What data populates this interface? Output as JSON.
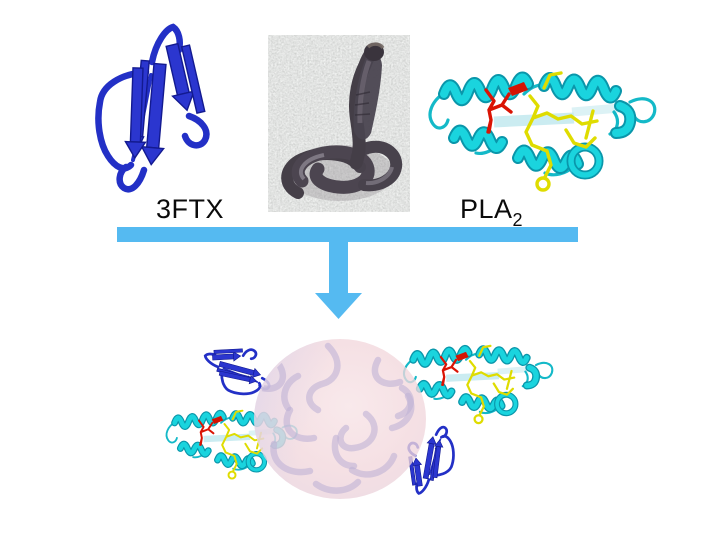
{
  "labels": {
    "ftx": "3FTX",
    "pla2_base": "PLA",
    "pla2_sub": "2"
  },
  "colors": {
    "background": "#ffffff",
    "arrow_blue": "#55baf1",
    "ftx_ribbon_blue": "#2b36cf",
    "pla2_ribbon_cyan": "#1ad4de",
    "pla2_residue_red": "#da1404",
    "pla2_ligand_yellow": "#dfdc00",
    "nanoparticle_pink": "#f3d8dd",
    "nanoparticle_lavender": "#dbd6ee",
    "polymer_squiggle": "#c0b3d6",
    "label_text": "#0b0b0b"
  },
  "icons": {
    "ftx_structure": "3ftx-ribbon-structure-icon",
    "snake_photo": "cobra-photo",
    "pla2_structure": "pla2-ribbon-structure-icon",
    "down_arrow": "downward-merge-arrow-icon",
    "nanoparticle": "polymer-nanoparticle-complex-icon"
  }
}
